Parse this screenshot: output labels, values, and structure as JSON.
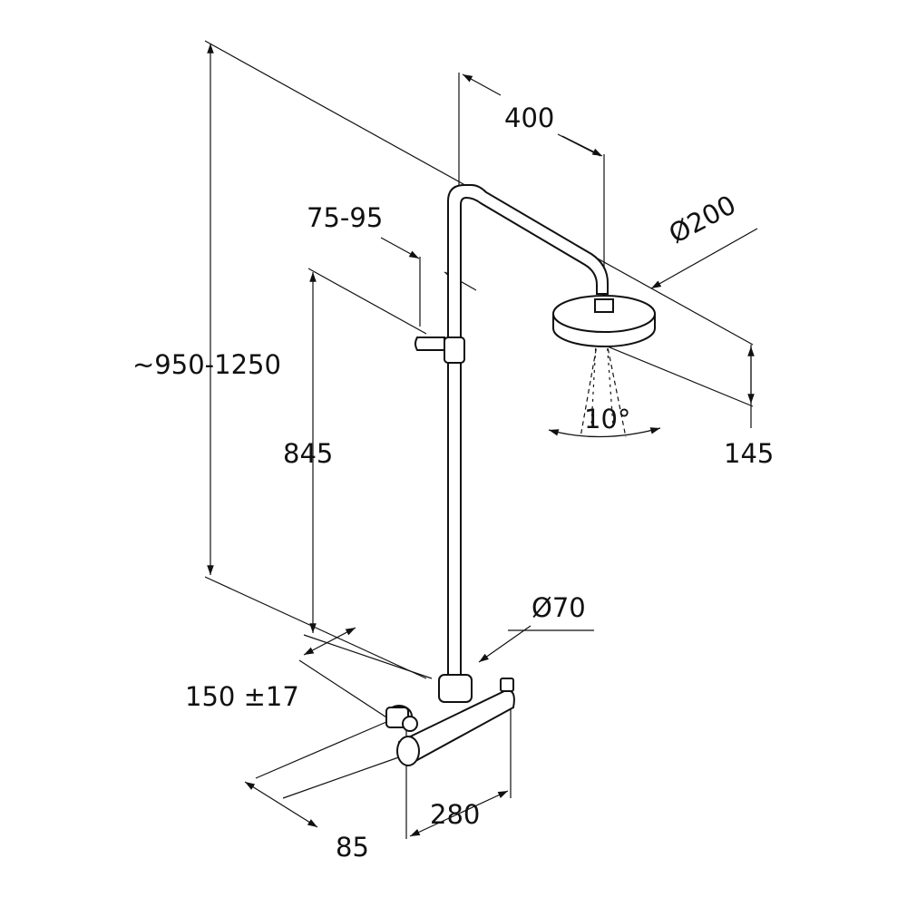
{
  "drawing": {
    "colors": {
      "line": "#111111",
      "fill": "#ffffff"
    },
    "dimensions": {
      "total_height": "~950-1250",
      "arm_length": "400",
      "rail_offset": "75-95",
      "head_diameter": "Ø200",
      "spray_angle": "10°",
      "head_height": "145",
      "outlet_height": "845",
      "valve_diameter": "Ø70",
      "inlet_spacing": "150 ±17",
      "valve_width": "280",
      "wall_offset": "85"
    }
  }
}
